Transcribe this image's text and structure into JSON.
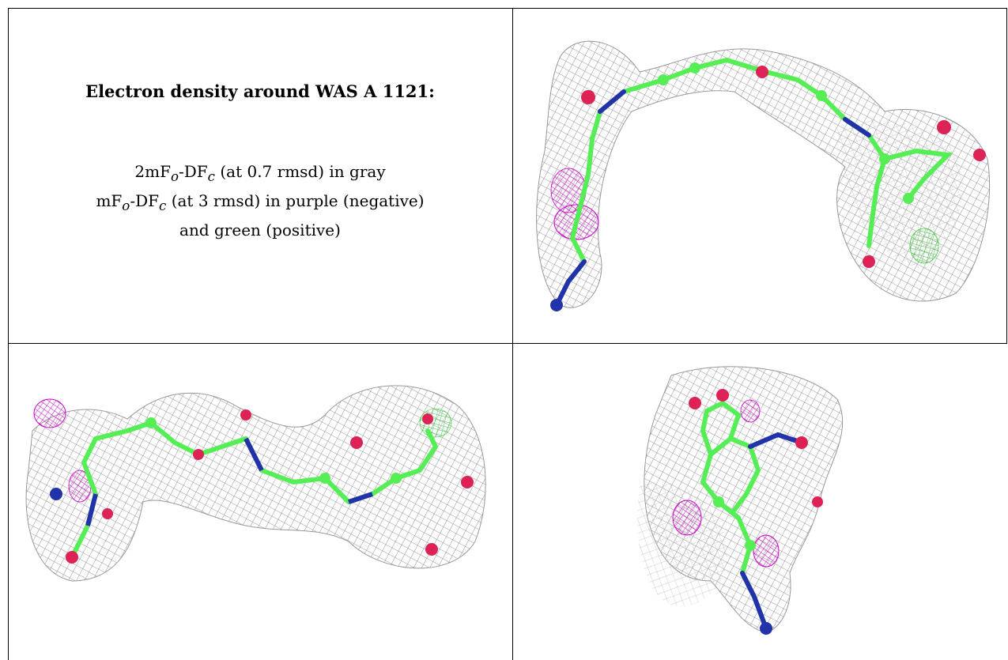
{
  "heading": "Electron density around WAS A 1121:",
  "legend": {
    "line1": {
      "a": "2mF",
      "a_sub": "o",
      "b": "-DF",
      "b_sub": "c",
      "rest": " (at 0.7 rmsd) in gray"
    },
    "line2": {
      "a": "mF",
      "a_sub": "o",
      "b": "-DF",
      "b_sub": "c",
      "rest": " (at 3 rmsd) in purple (negative)"
    },
    "line3": "and green (positive)"
  },
  "panels": [
    {
      "view": "top-right"
    },
    {
      "view": "bottom-left"
    },
    {
      "view": "bottom-right"
    }
  ],
  "colors": {
    "mesh_gray": "#8a8a8a",
    "mesh_negative": "#cc00cc",
    "mesh_positive": "#33cc33",
    "carbon": "#55ee55",
    "oxygen": "#dd2255",
    "nitrogen": "#2233aa"
  }
}
